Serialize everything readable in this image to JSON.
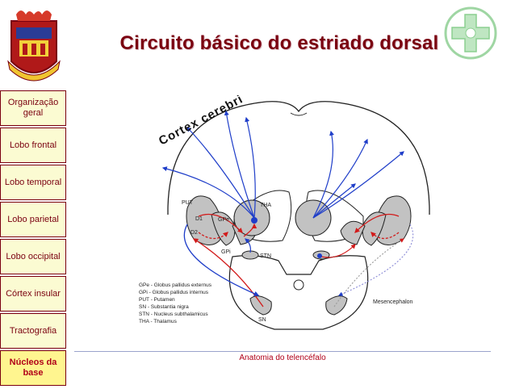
{
  "title": "Circuito básico do estriado dorsal",
  "sidebar": {
    "items": [
      {
        "label": "Organização geral",
        "active": false
      },
      {
        "label": "Lobo frontal",
        "active": false
      },
      {
        "label": "Lobo temporal",
        "active": false
      },
      {
        "label": "Lobo parietal",
        "active": false
      },
      {
        "label": "Lobo occipital",
        "active": false
      },
      {
        "label": "Córtex insular",
        "active": false
      },
      {
        "label": "Tractografia",
        "active": false
      },
      {
        "label": "Núcleos da base",
        "active": true
      }
    ]
  },
  "diagram": {
    "cortex_label": "Cortex cerebri",
    "labels": {
      "put": "PUT",
      "tha": "THA",
      "d1": "D1",
      "d2": "D2",
      "gpe": "GPe",
      "gpi": "GPi",
      "stn": "STN",
      "sn": "SN",
      "mesencephalon": "Mesencephalon"
    },
    "legend": [
      "GPe - Globus pallidus externus",
      "GPi - Globus pallidus internus",
      "PUT - Putamen",
      "SN - Substantia nigra",
      "STN - Nucleus subthalamicus",
      "THA - Thalamus"
    ],
    "colors": {
      "excitatory": "#1f3ec9",
      "inhibitory": "#d21a1a",
      "nucleus_fill": "#c2c2c2"
    }
  },
  "footer": "Anatomia do telencéfalo",
  "icons": {
    "crest": "university-crest-icon",
    "cross": "green-cross-logo-icon"
  }
}
